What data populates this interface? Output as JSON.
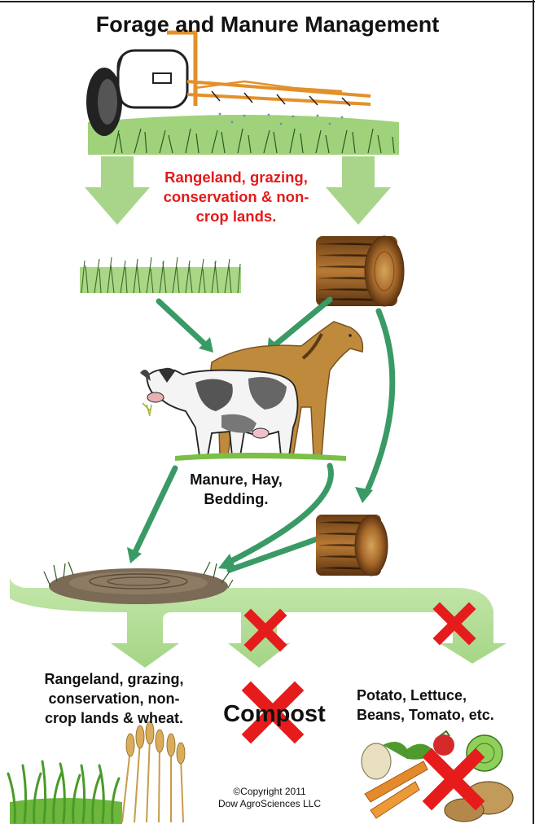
{
  "title": "Forage and Manure Management",
  "labels": {
    "top_red": [
      "Rangeland, grazing,",
      "conservation & non-",
      "crop lands."
    ],
    "manure": [
      "Manure, Hay,",
      "Bedding."
    ],
    "left_bottom": [
      "Rangeland, grazing,",
      "conservation, non-",
      "crop lands & wheat."
    ],
    "compost": "Compost",
    "right_bottom": [
      "Potato, Lettuce,",
      "Beans, Tomato, etc."
    ]
  },
  "copyright": [
    "©Copyright 2011",
    "Dow AgroSciences LLC"
  ],
  "colors": {
    "light_arrow": "#a8d58a",
    "dark_arrow": "#3a9a65",
    "red_x": "#e61c1c",
    "red_text": "#e41a1a",
    "hay": "#a0662a",
    "grass": "#7bbf45"
  },
  "icons": [
    "sprayer-tractor-icon",
    "grass-strip-icon",
    "hay-bale-icon",
    "cow-icon",
    "horse-icon",
    "manure-pile-icon",
    "wheat-icon",
    "vegetables-icon"
  ]
}
